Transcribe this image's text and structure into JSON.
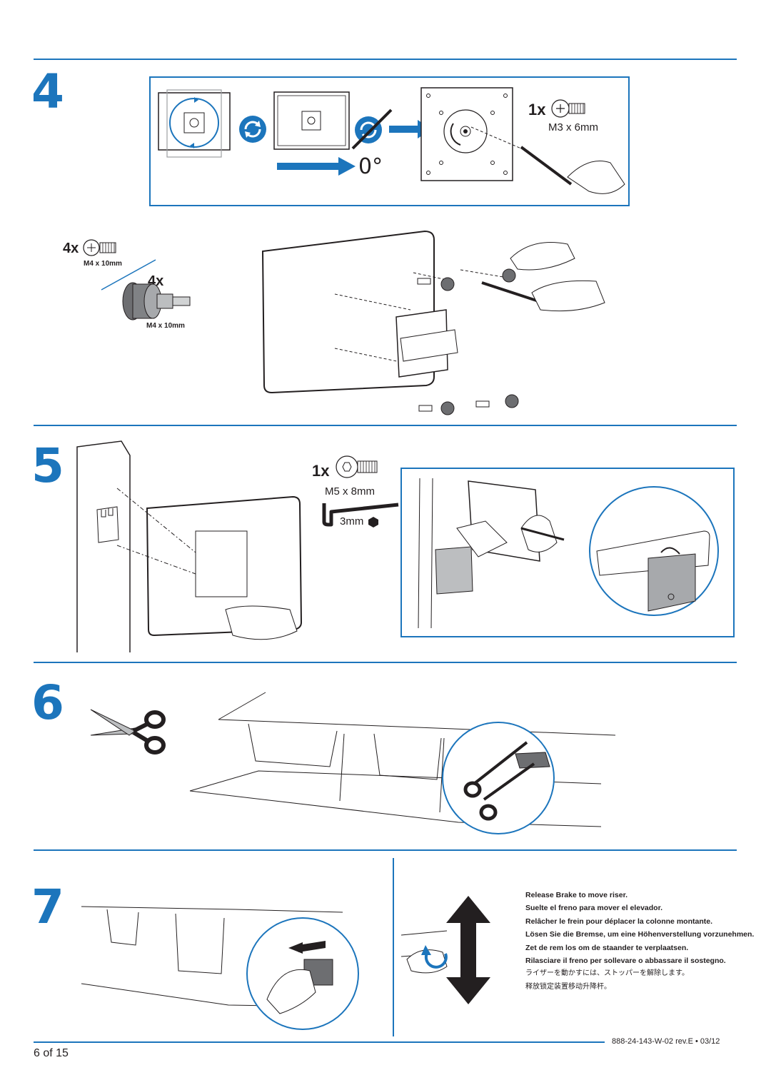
{
  "steps": [
    {
      "number": "4"
    },
    {
      "number": "5"
    },
    {
      "number": "6"
    },
    {
      "number": "7"
    }
  ],
  "step4": {
    "screw_qty": "1x",
    "screw_size": "M3 x 6mm",
    "rotation_label": "0°",
    "screw_qty_b": "4x",
    "screw_size_b": "M4 x 10mm",
    "knob_qty": "4x",
    "knob_size": "M4 x 10mm"
  },
  "step5": {
    "screw_qty": "1x",
    "screw_size": "M5 x 8mm",
    "hex_key": "3mm"
  },
  "step7": {
    "instructions": [
      "Release Brake to move riser.",
      "Suelte el freno para mover el elevador.",
      "Relâcher le frein pour déplacer la colonne montante.",
      "Lösen Sie die Bremse, um eine Höhenverstellung vorzunehmen.",
      "Zet de rem los om de staander te verplaatsen.",
      "Rilasciare il freno per sollevare o abbassare il sostegno."
    ],
    "instruction_ja": "ライザーを動かすには、ストッパーを解除します。",
    "instruction_zh": "释放锁定装置移动升降杆。"
  },
  "footer": {
    "page": "6 of 15",
    "doc_code": "888-24-143-W-02 rev.E • 03/12"
  },
  "colors": {
    "accent": "#1c75bc",
    "ink": "#231f20",
    "panel_gray": "#bcbec0"
  }
}
